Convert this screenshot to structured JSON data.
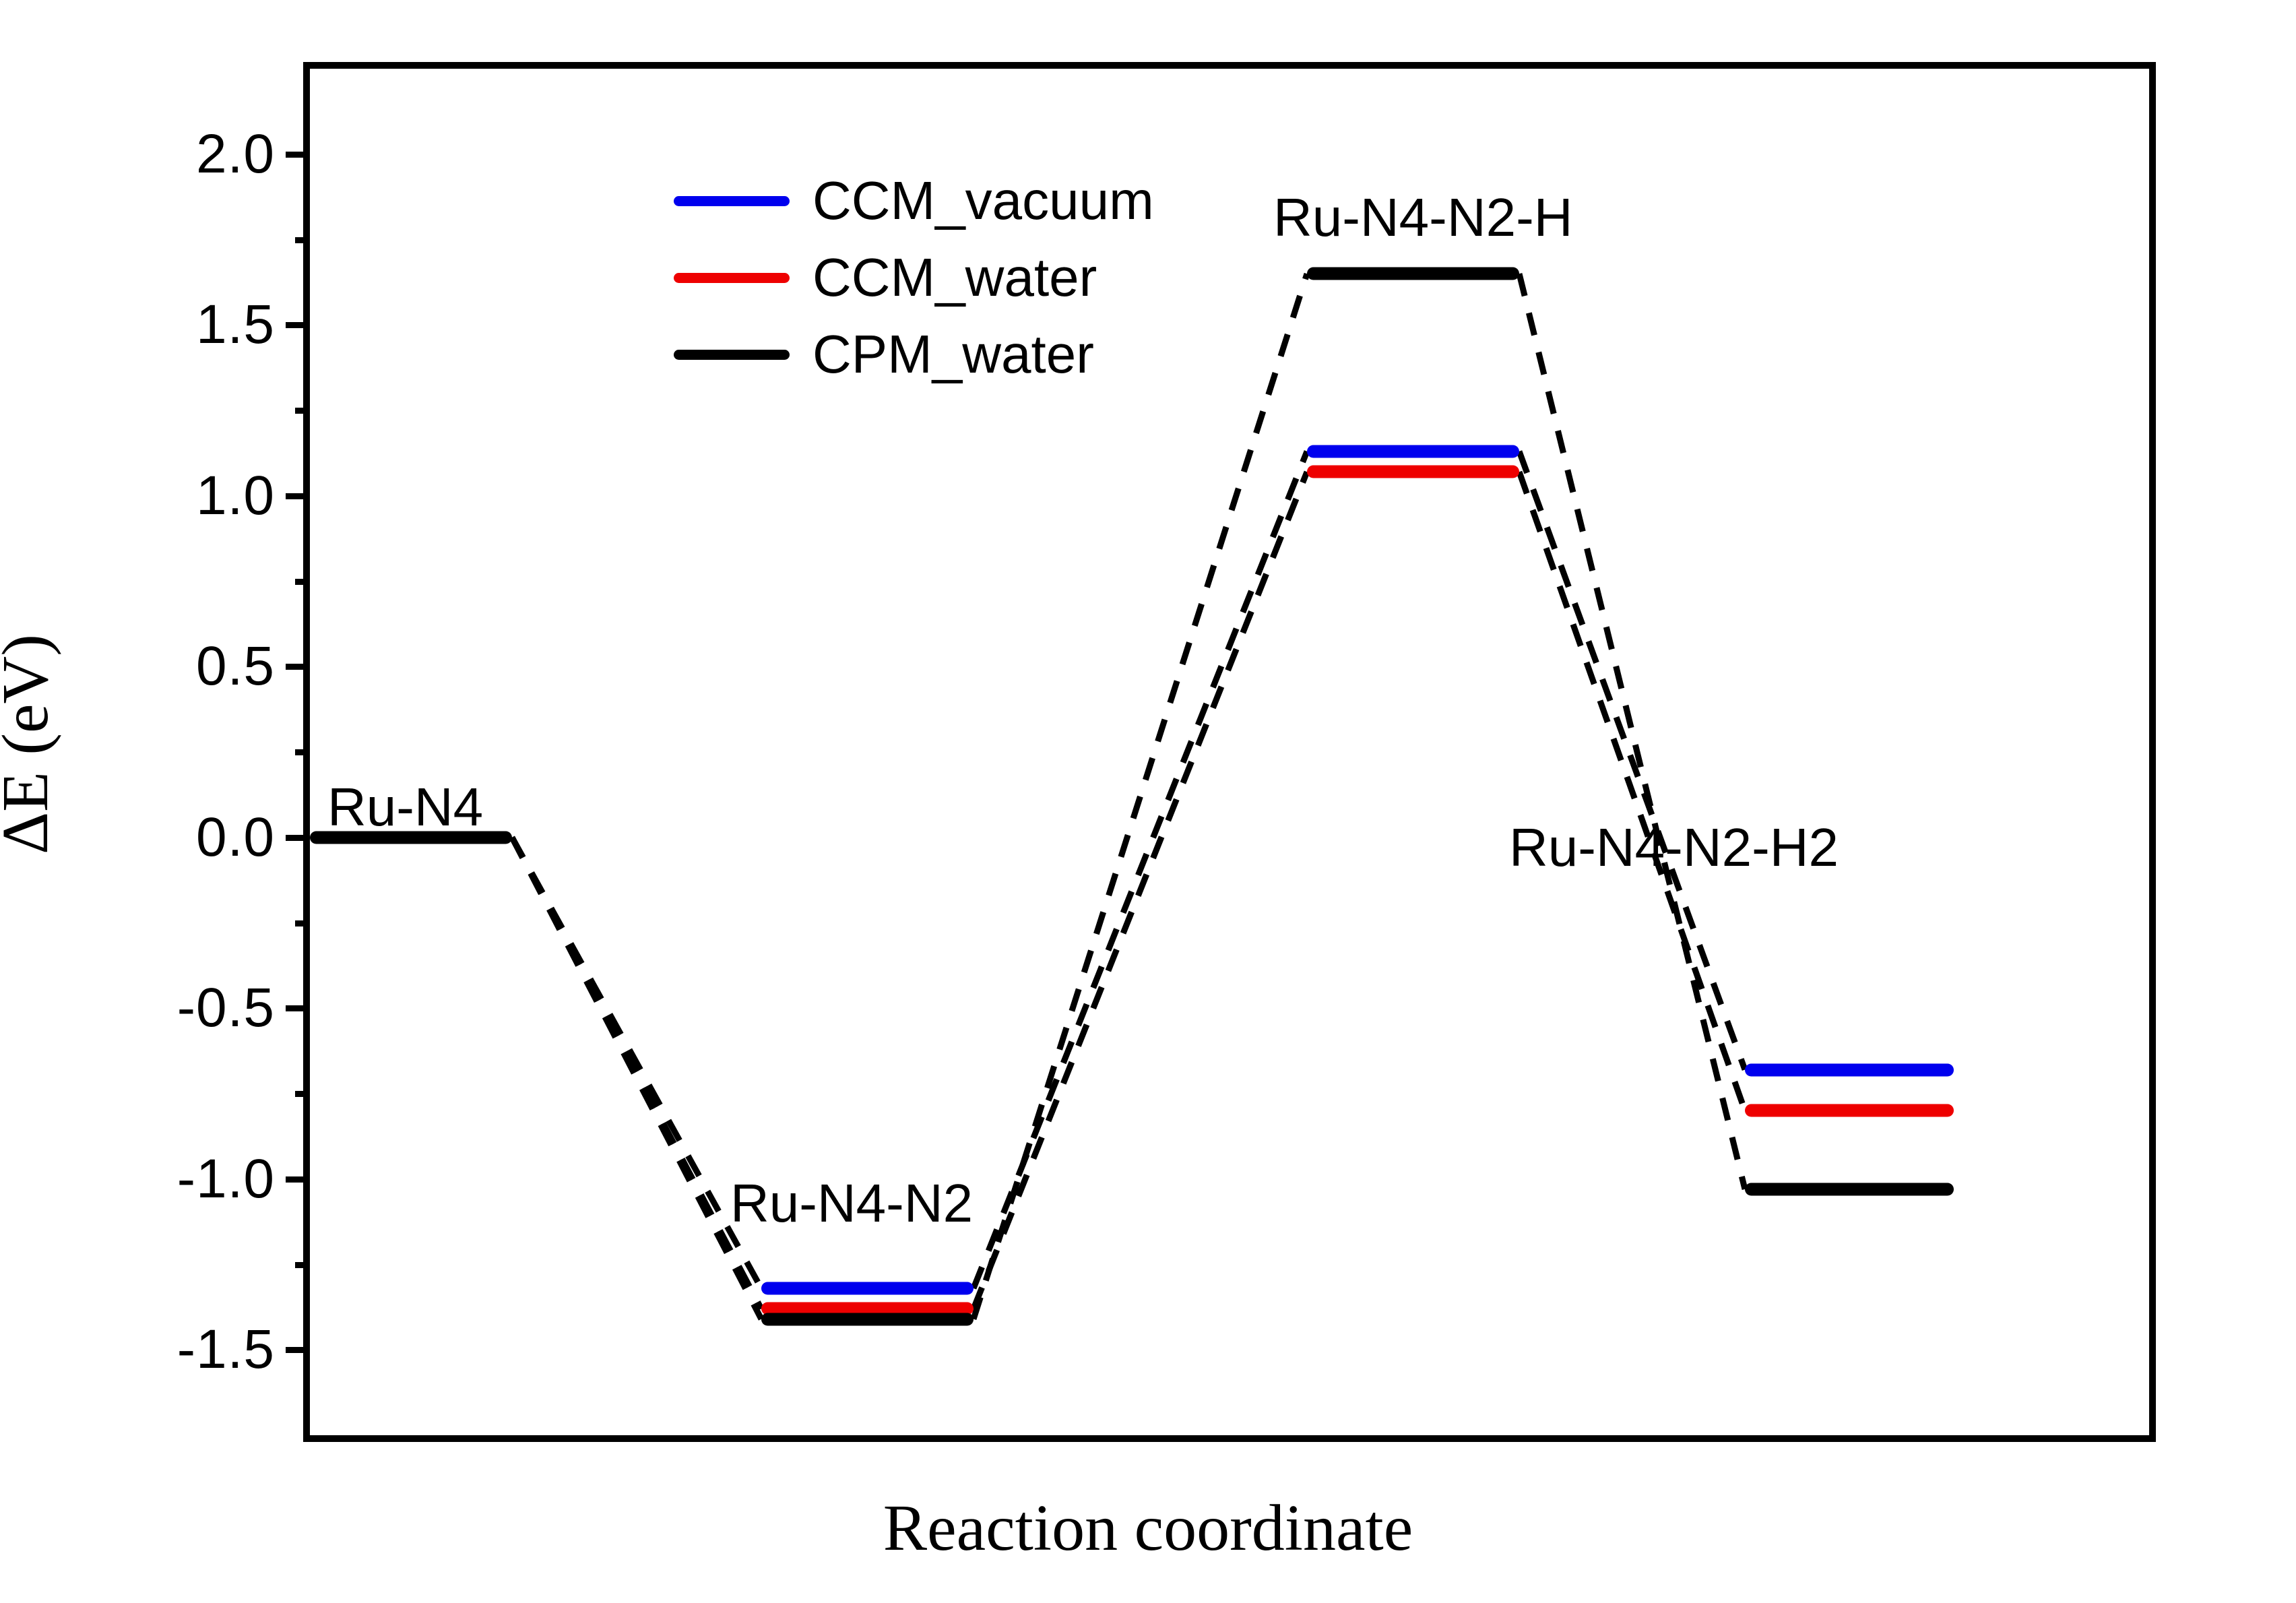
{
  "chart_data": {
    "type": "line",
    "title": "",
    "xlabel": "Reaction coordinate",
    "ylabel": "ΔE (eV)",
    "ylim": [
      -1.75,
      2.25
    ],
    "yticks_major": [
      2.0,
      1.5,
      1.0,
      0.5,
      0.0,
      -0.5,
      -1.0,
      -1.5
    ],
    "ytick_labels": [
      "2.0",
      "1.5",
      "1.0",
      "0.5",
      "0.0",
      "-0.5",
      "-1.0",
      "-1.5"
    ],
    "yticks_minor": [
      1.75,
      1.25,
      0.75,
      0.25,
      -0.25,
      -0.75,
      -1.25
    ],
    "grid": false,
    "legend_position": "upper-left",
    "categories": [
      "Ru-N4",
      "Ru-N4-N2",
      "Ru-N4-N2-H",
      "Ru-N4-N2-H2"
    ],
    "state_labels": [
      {
        "name": "Ru-N4",
        "text": "Ru-N4"
      },
      {
        "name": "Ru-N4-N2",
        "text": "Ru-N4-N2"
      },
      {
        "name": "Ru-N4-N2-H",
        "text": "Ru-N4-N2-H"
      },
      {
        "name": "Ru-N4-N2-H2",
        "text": "Ru-N4-N2-H2"
      }
    ],
    "series": [
      {
        "name": "CCM_vacuum",
        "color": "#0000ee",
        "values": [
          0.0,
          -1.32,
          1.13,
          -0.68
        ]
      },
      {
        "name": "CCM_water",
        "color": "#ee0000",
        "values": [
          0.0,
          -1.38,
          1.07,
          -0.8
        ]
      },
      {
        "name": "CPM_water",
        "color": "#000000",
        "values": [
          0.0,
          -1.41,
          1.65,
          -1.03
        ]
      }
    ]
  },
  "legend": {
    "items": [
      {
        "label": "CCM_vacuum",
        "color": "#0000ee"
      },
      {
        "label": "CCM_water",
        "color": "#ee0000"
      },
      {
        "label": "CPM_water",
        "color": "#000000"
      }
    ]
  },
  "axes": {
    "y_title": "ΔE (eV)",
    "x_title": "Reaction coordinate",
    "ytick_labels": [
      "2.0",
      "1.5",
      "1.0",
      "0.5",
      "0.0",
      "-0.5",
      "-1.0",
      "-1.5"
    ]
  },
  "state_labels": {
    "s0": "Ru-N4",
    "s1": "Ru-N4-N2",
    "s2": "Ru-N4-N2-H",
    "s3": "Ru-N4-N2-H2"
  }
}
